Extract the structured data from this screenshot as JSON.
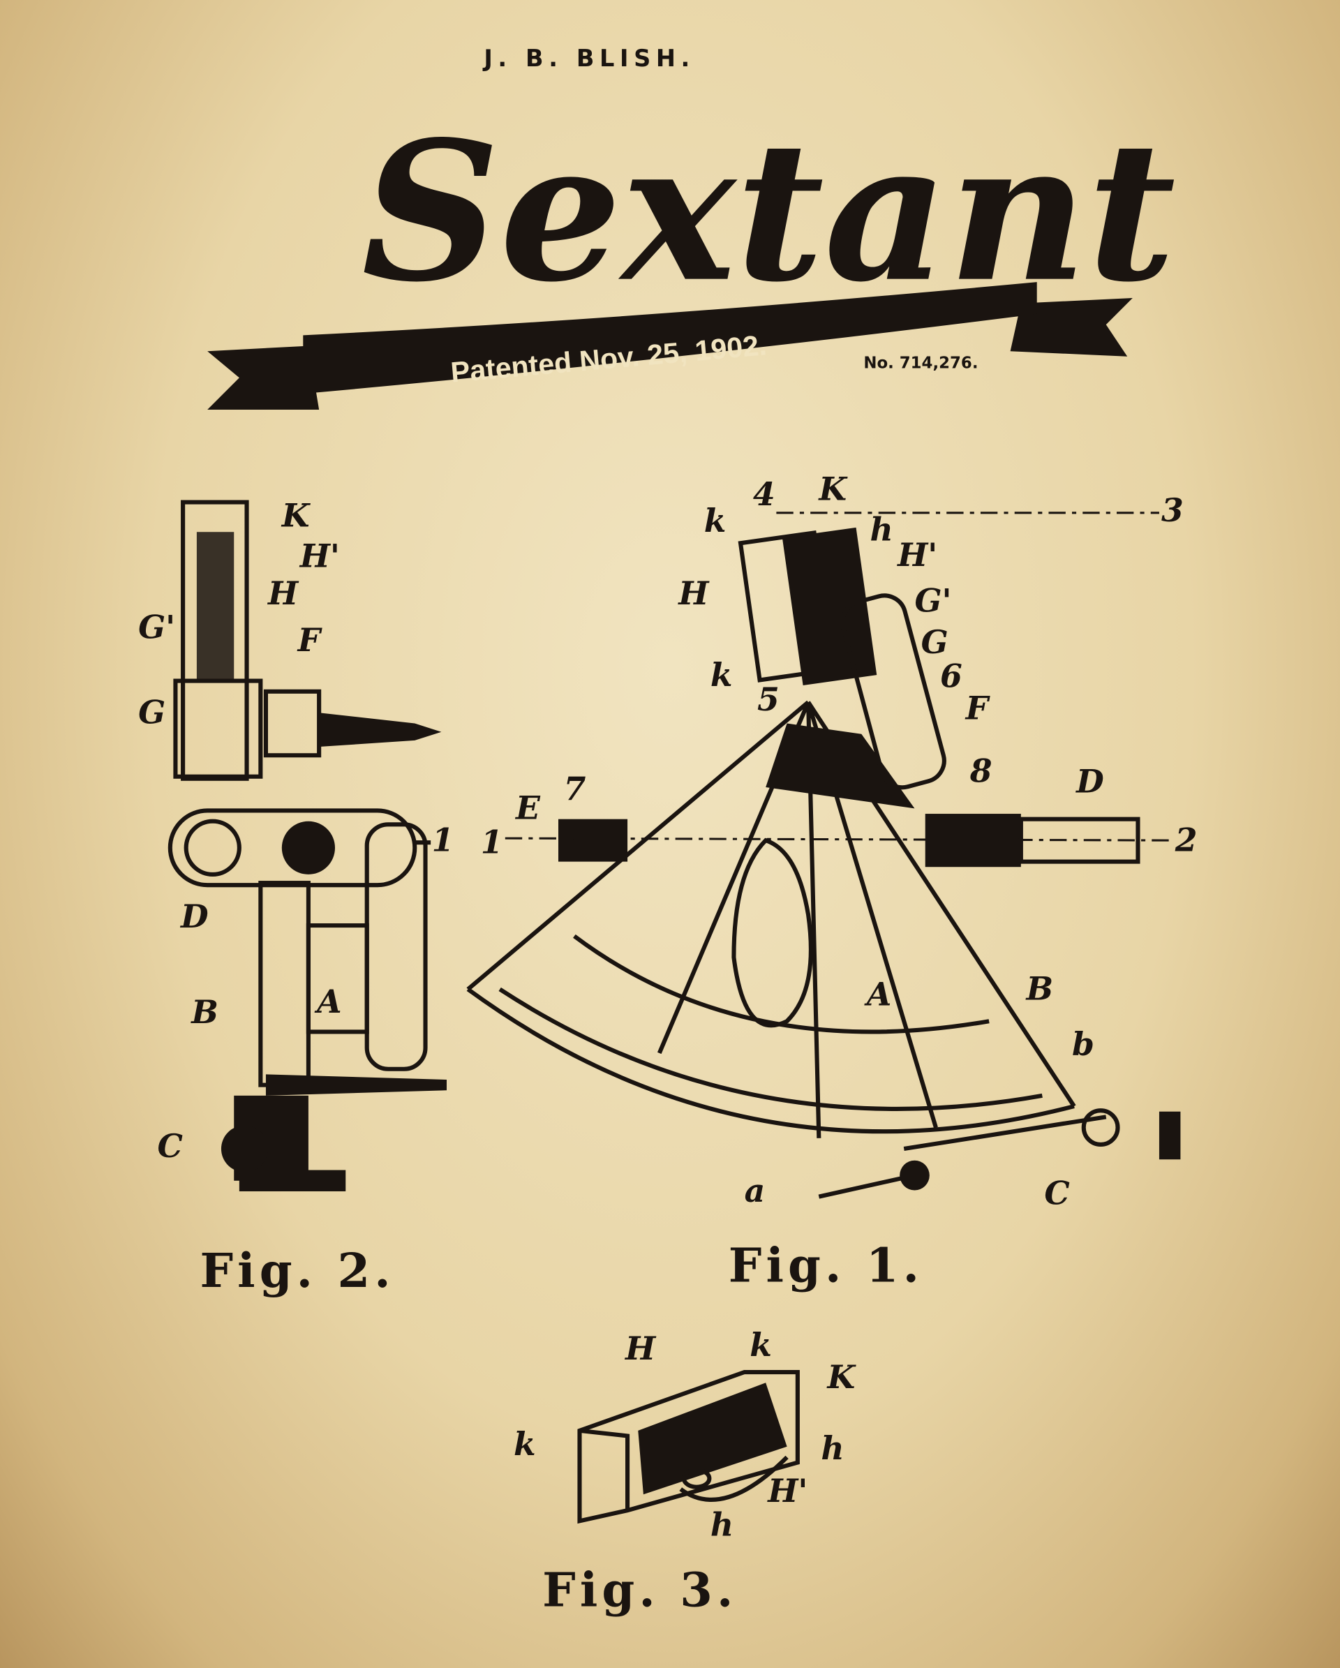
{
  "header": {
    "author": "J. B. BLISH.",
    "title": "Sextant",
    "banner_text": "Patented Nov. 25, 1902.",
    "patent_number": "No. 714,276."
  },
  "figures": {
    "fig1": {
      "caption": "Fig. 1.",
      "labels": [
        "K",
        "4",
        "k",
        "h",
        "H'",
        "H",
        "G'",
        "G",
        "6",
        "k",
        "5",
        "F",
        "8",
        "D",
        "E",
        "7",
        "1",
        "2",
        "3",
        "A",
        "B",
        "b",
        "a",
        "C"
      ]
    },
    "fig2": {
      "caption": "Fig. 2.",
      "labels": [
        "K",
        "H'",
        "H",
        "G'",
        "F",
        "G",
        "1",
        "D",
        "B",
        "A",
        "C"
      ]
    },
    "fig3": {
      "caption": "Fig. 3.",
      "labels": [
        "H",
        "k",
        "K",
        "k",
        "h",
        "H'",
        "h"
      ]
    }
  },
  "colors": {
    "ink": "#1a1410",
    "paper": "#e9d9b0"
  }
}
